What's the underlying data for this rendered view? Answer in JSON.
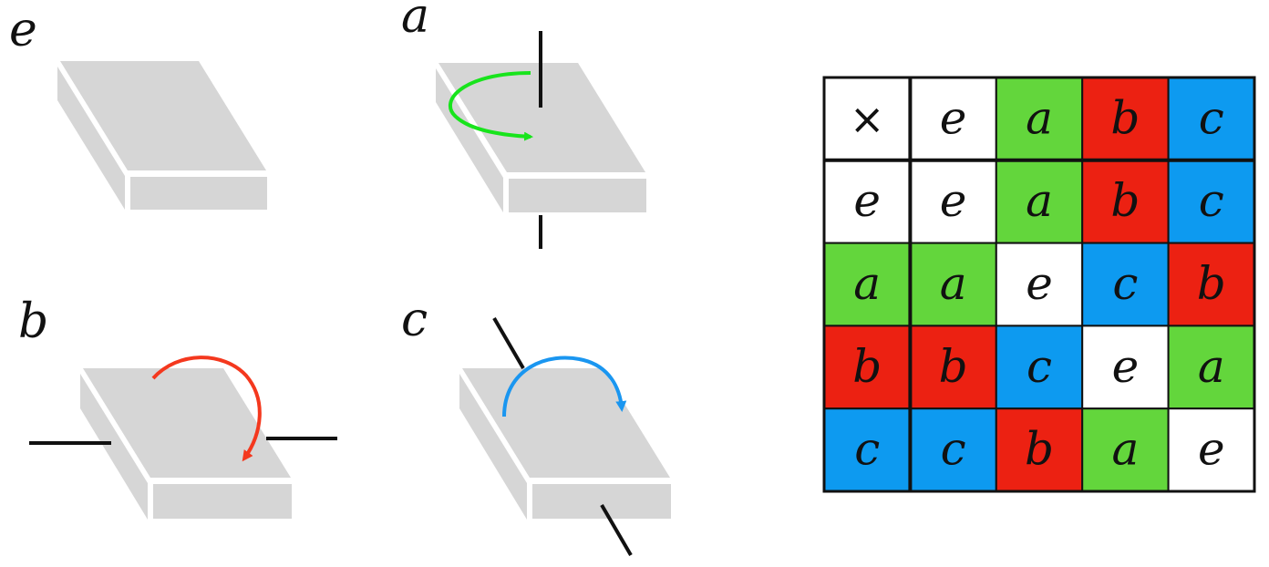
{
  "labels": {
    "e": "e",
    "a": "a",
    "b": "b",
    "c": "c"
  },
  "table": {
    "corner": "×",
    "headers": [
      "e",
      "a",
      "b",
      "c"
    ],
    "rows": [
      [
        "e",
        "e",
        "a",
        "b",
        "c"
      ],
      [
        "a",
        "a",
        "e",
        "c",
        "b"
      ],
      [
        "b",
        "b",
        "c",
        "e",
        "a"
      ],
      [
        "c",
        "c",
        "b",
        "a",
        "e"
      ]
    ],
    "colors": {
      "e": "#ffffff",
      "a": "#63d63c",
      "b": "#ec2112",
      "c": "#0d9af0"
    }
  },
  "arrow_colors": {
    "a": "#18e41c",
    "b": "#f4381e",
    "c": "#1a96f0"
  },
  "box_color": "#d6d6d6",
  "axis_color": "#111111"
}
